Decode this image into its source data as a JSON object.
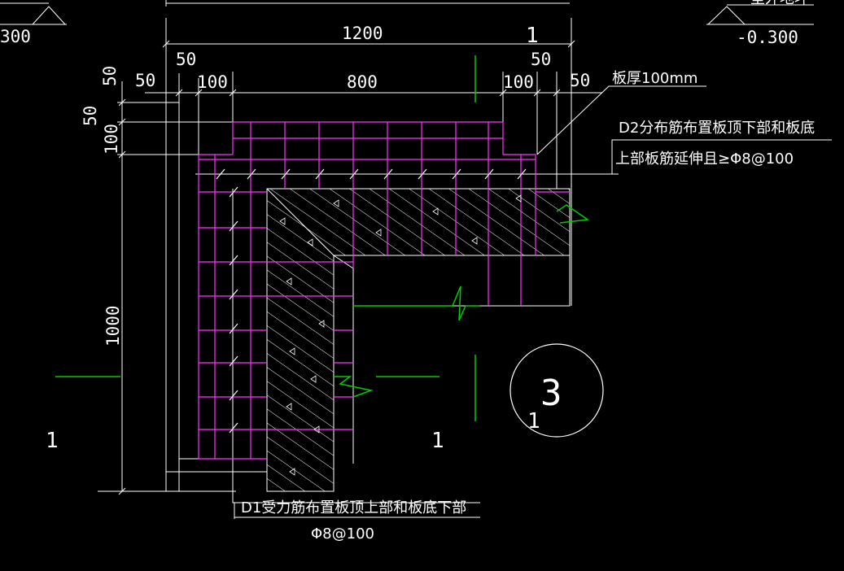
{
  "drawing": {
    "elevation_left": "300",
    "elevation_right_fragment": "室外地坪",
    "elevation_right": "-0.300",
    "dimensions": {
      "overall_width": "1200",
      "top_left_50": "50",
      "top_right_50": "50",
      "left_50": "50",
      "left_100": "100",
      "mid_800": "800",
      "right_100": "100",
      "right_50": "50",
      "vert_50_top": "50",
      "vert_50": "50",
      "vert_100": "100",
      "vert_1000": "1000"
    },
    "notes": {
      "slab_thickness": "板厚100mm",
      "d2_line1": "D2分布筋布置板顶下部和板底",
      "d2_line2": "上部板筋延伸且≥Φ8@100",
      "d1_line1": "D1受力筋布置板顶上部和板底下部",
      "d1_line2": "Φ8@100"
    },
    "section_mark_top": "1",
    "section_mark_left": "1",
    "section_mark_right": "1",
    "detail_number": "3",
    "detail_sub": "1",
    "colors": {
      "background": "#000000",
      "rebar": "#ff33ff",
      "section": "#00cc00",
      "lines": "#ffffff"
    }
  }
}
